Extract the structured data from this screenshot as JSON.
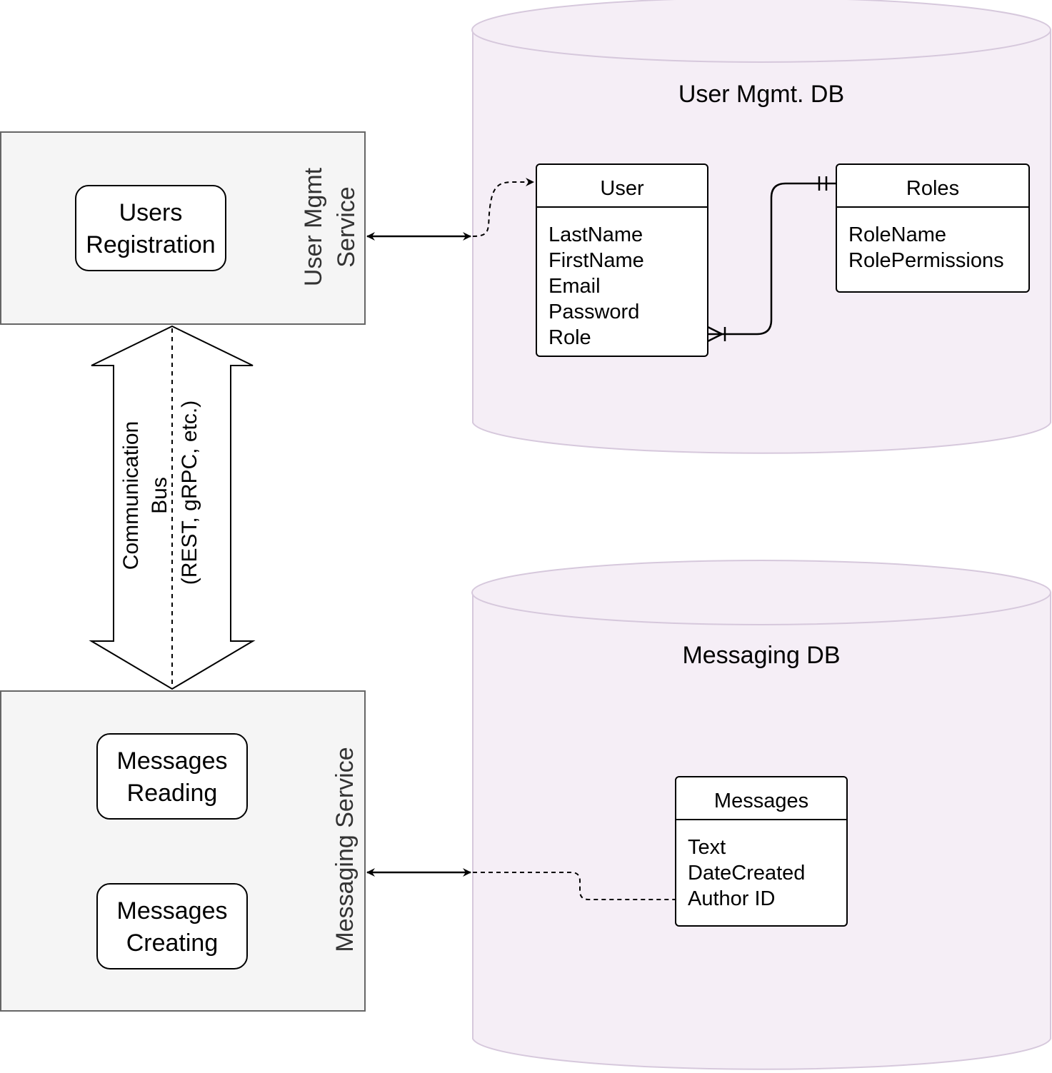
{
  "user_mgmt_service": {
    "label_line1": "User Mgmt",
    "label_line2": "Service",
    "components": [
      {
        "line1": "Users",
        "line2": "Registration"
      }
    ]
  },
  "messaging_service": {
    "label": "Messaging Service",
    "components": [
      {
        "line1": "Messages",
        "line2": "Reading"
      },
      {
        "line1": "Messages",
        "line2": "Creating"
      }
    ]
  },
  "communication_bus": {
    "line1": "Communication",
    "line2": "Bus",
    "line3": "(REST, gRPC, etc.)"
  },
  "user_mgmt_db": {
    "title": "User Mgmt. DB",
    "entities": [
      {
        "name": "User",
        "fields": [
          "LastName",
          "FirstName",
          "Email",
          "Password",
          "Role"
        ]
      },
      {
        "name": "Roles",
        "fields": [
          "RoleName",
          "RolePermissions"
        ]
      }
    ]
  },
  "messaging_db": {
    "title": "Messaging DB",
    "entities": [
      {
        "name": "Messages",
        "fields": [
          "Text",
          "DateCreated",
          "Author ID"
        ]
      }
    ]
  },
  "colors": {
    "service_fill": "#f5f5f5",
    "service_stroke": "#666666",
    "db_fill": "#f5eef6",
    "db_stroke": "#d6c8dc",
    "line": "#000000"
  }
}
